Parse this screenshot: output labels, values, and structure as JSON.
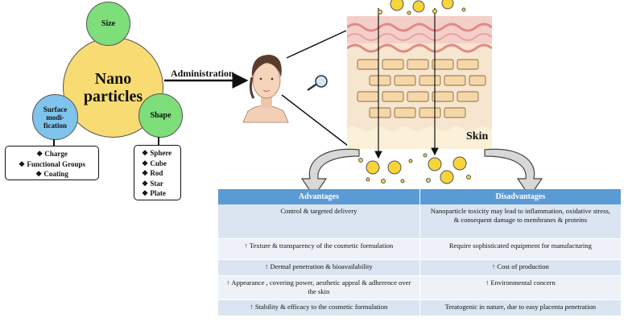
{
  "nano": {
    "center": "Nano particles",
    "size": "Size",
    "surface": "Surface modi- fication",
    "shape": "Shape"
  },
  "surface_items": [
    "Charge",
    "Functional Groups",
    "Coating"
  ],
  "shape_items": [
    "Sphere",
    "Cube",
    "Rod",
    "Star",
    "Plate"
  ],
  "administration_label": "Administration",
  "skin_label": "Skin",
  "table": {
    "headers": [
      "Advantages",
      "Disadvantages"
    ],
    "rows": [
      [
        "Control & targeted delivery",
        "Nanoparticle toxicity may lead to inflammation, oxidative stress, & consequent damage to membranes & proteins"
      ],
      [
        "↑ Texture & transparency of the cosmetic formulation",
        "Require sophisticated equipment for manufacturing"
      ],
      [
        "↑ Dermal penetration & bioavailability",
        "↑ Cost of production"
      ],
      [
        "↑ Appearance , covering power, aesthetic appeal & adherence over the skin",
        "↑ Environmental concern"
      ],
      [
        "↑ Stability & efficacy to the cosmetic formulation",
        "Teratogenic in nature, due to easy placenta penetration"
      ]
    ]
  },
  "colors": {
    "nano_yellow": "#f8dc73",
    "size_green": "#7ede7a",
    "surface_blue": "#7ec4ec",
    "header_blue": "#5b9bd5",
    "row_light": "#dbe5f1",
    "skin_pink": "#f2c9c5"
  }
}
